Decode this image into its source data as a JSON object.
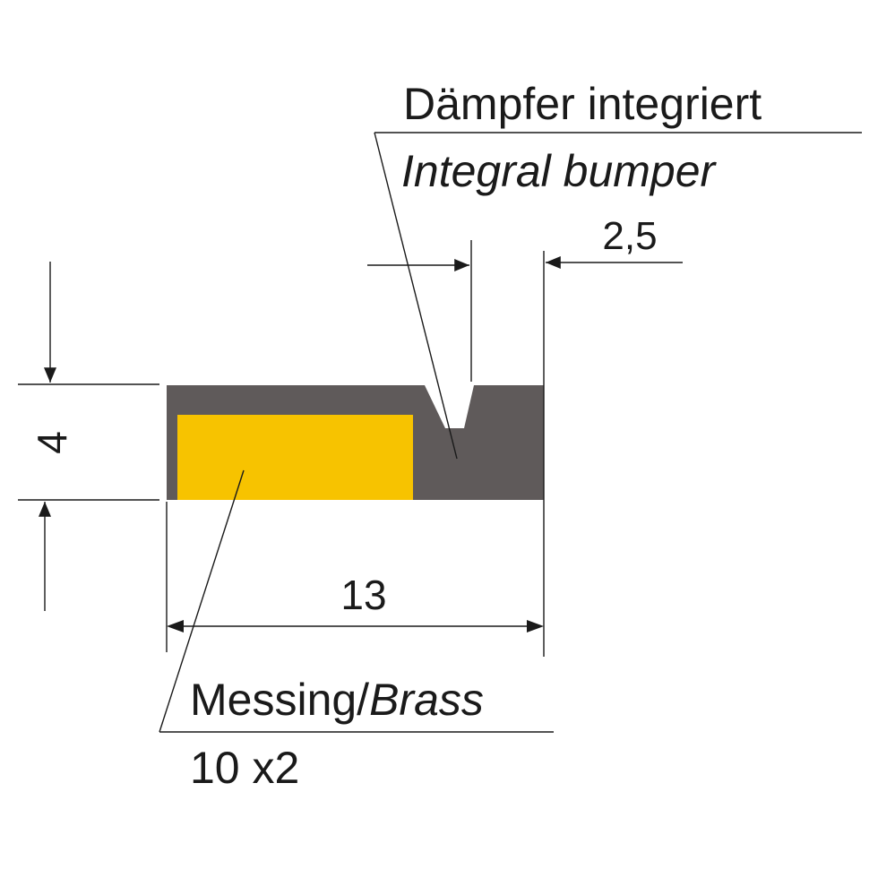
{
  "labels": {
    "damper_de": "Dämpfer integriert",
    "damper_en": "Integral bumper",
    "brass_de": "Messing/",
    "brass_en": "Brass",
    "brass_size": "10 x2"
  },
  "dimensions": {
    "height": "4",
    "width": "13",
    "slot_width": "2,5"
  },
  "colors": {
    "profile": "#5f5a5a",
    "brass": "#f7c300",
    "lines": "#1a1a1a"
  }
}
